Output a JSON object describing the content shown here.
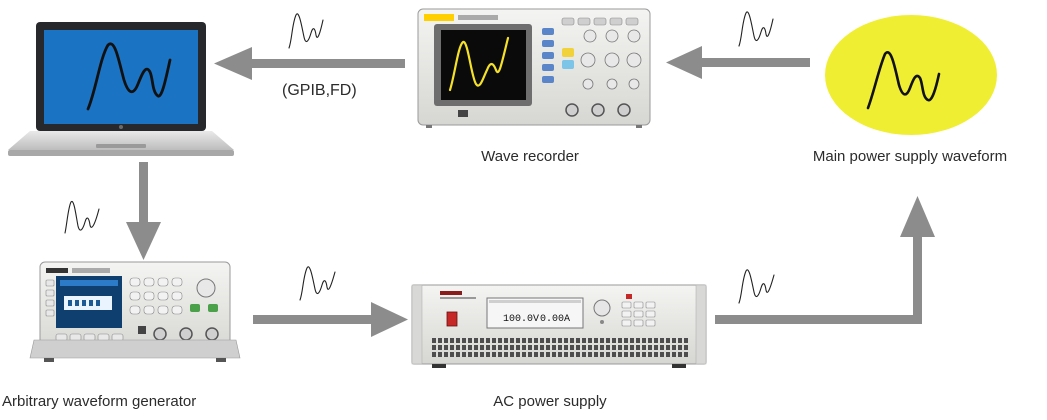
{
  "labels": {
    "wave_recorder": "Wave recorder",
    "main_power": "Main power supply waveform",
    "awg": "Arbitrary waveform generator",
    "ac_power": "AC power supply",
    "link_protocol": "(GPIB,FD)"
  },
  "ac_display": {
    "voltage": "100.0V",
    "current": "0.00A"
  },
  "colors": {
    "arrow": "#8c8c8c",
    "laptop_screen": "#1b73c4",
    "source_blob": "#f0ee33",
    "scope_waveform": "#f5e12a",
    "ink": "#111111"
  }
}
